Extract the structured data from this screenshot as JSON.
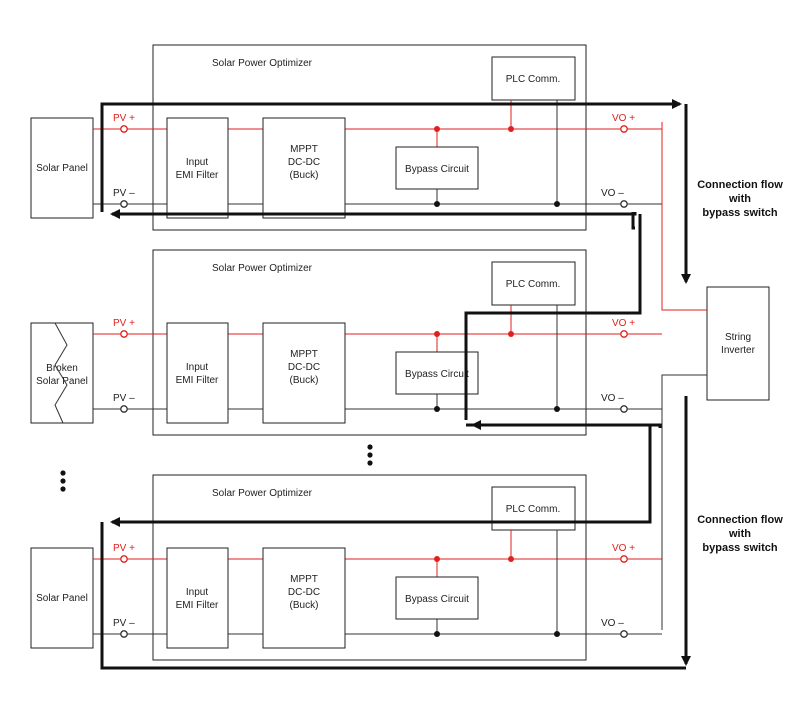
{
  "colors": {
    "positive": "#e0201e",
    "negative": "#333333",
    "flow": "#111111",
    "box": "#222222"
  },
  "modules": [
    {
      "panel_line1": "Solar Panel",
      "panel_line2": "",
      "optimizer_title": "Solar Power Optimizer",
      "plc": "PLC Comm.",
      "emi_line1": "Input",
      "emi_line2": "EMI Filter",
      "mppt_line1": "MPPT",
      "mppt_line2": "DC-DC",
      "mppt_line3": "(Buck)",
      "bypass": "Bypass Circuit",
      "pv_plus": "PV +",
      "pv_minus": "PV –",
      "vo_plus": "VO +",
      "vo_minus": "VO –"
    },
    {
      "panel_line1": "Broken",
      "panel_line2": "Solar Panel",
      "optimizer_title": "Solar Power Optimizer",
      "plc": "PLC Comm.",
      "emi_line1": "Input",
      "emi_line2": "EMI Filter",
      "mppt_line1": "MPPT",
      "mppt_line2": "DC-DC",
      "mppt_line3": "(Buck)",
      "bypass": "Bypass Circuit",
      "pv_plus": "PV +",
      "pv_minus": "PV –",
      "vo_plus": "VO +",
      "vo_minus": "VO –"
    },
    {
      "panel_line1": "Solar Panel",
      "panel_line2": "",
      "optimizer_title": "Solar Power Optimizer",
      "plc": "PLC Comm.",
      "emi_line1": "Input",
      "emi_line2": "EMI Filter",
      "mppt_line1": "MPPT",
      "mppt_line2": "DC-DC",
      "mppt_line3": "(Buck)",
      "bypass": "Bypass Circuit",
      "pv_plus": "PV +",
      "pv_minus": "PV –",
      "vo_plus": "VO +",
      "vo_minus": "VO –"
    }
  ],
  "inverter": {
    "line1": "String",
    "line2": "Inverter"
  },
  "flow_top": {
    "line1": "Connection flow",
    "line2": "with",
    "line3": "bypass switch"
  },
  "flow_bottom": {
    "line1": "Connection flow",
    "line2": "with",
    "line3": "bypass switch"
  }
}
